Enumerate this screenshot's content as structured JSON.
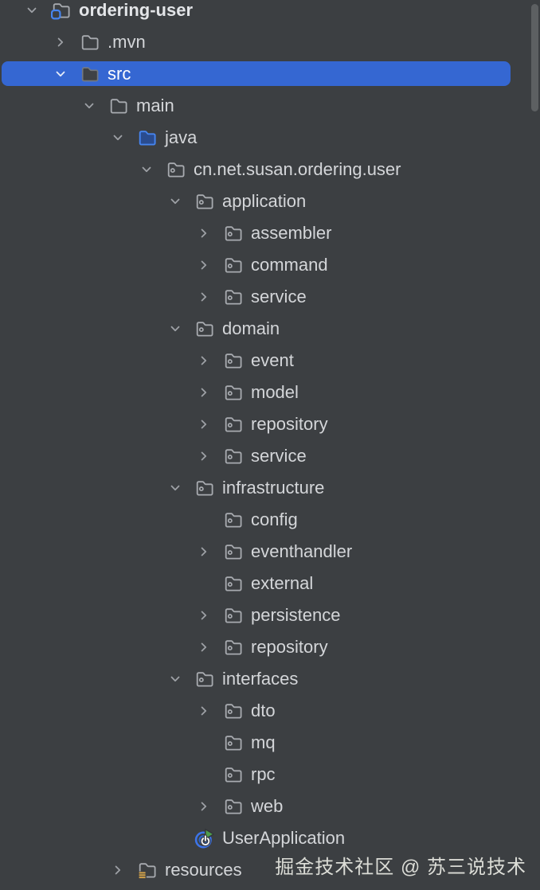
{
  "window": {
    "app": "IntelliJ IDEA project tree",
    "watermark": "掘金技术社区 @ 苏三说技术"
  },
  "colors": {
    "background": "#3C3F42",
    "selection": "#3567D2",
    "accent_blue": "#4685F0",
    "java_folder_fill": "#2A4C8F",
    "resources_line_amber": "#D9A64A",
    "springboot_green": "#4F9D4B",
    "ring_blue_outer": "#3D74E8",
    "ring_blue_inner": "#2E66C9",
    "scrollbar": "#5D6062"
  },
  "tree": {
    "items": [
      {
        "label": "ordering-user",
        "level": 0,
        "chevron": "expanded",
        "icon": "project-root",
        "bold": true,
        "selected": false
      },
      {
        "label": ".mvn",
        "level": 1,
        "chevron": "collapsed",
        "icon": "folder",
        "bold": false,
        "selected": false
      },
      {
        "label": "src",
        "level": 1,
        "chevron": "expanded",
        "icon": "folder-dark",
        "bold": false,
        "selected": true
      },
      {
        "label": "main",
        "level": 2,
        "chevron": "expanded",
        "icon": "folder",
        "bold": false,
        "selected": false
      },
      {
        "label": "java",
        "level": 3,
        "chevron": "expanded",
        "icon": "source-root",
        "bold": false,
        "selected": false
      },
      {
        "label": "cn.net.susan.ordering.user",
        "level": 4,
        "chevron": "expanded",
        "icon": "package",
        "bold": false,
        "selected": false
      },
      {
        "label": "application",
        "level": 5,
        "chevron": "expanded",
        "icon": "package",
        "bold": false,
        "selected": false
      },
      {
        "label": "assembler",
        "level": 6,
        "chevron": "collapsed",
        "icon": "package",
        "bold": false,
        "selected": false
      },
      {
        "label": "command",
        "level": 6,
        "chevron": "collapsed",
        "icon": "package",
        "bold": false,
        "selected": false
      },
      {
        "label": "service",
        "level": 6,
        "chevron": "collapsed",
        "icon": "package",
        "bold": false,
        "selected": false
      },
      {
        "label": "domain",
        "level": 5,
        "chevron": "expanded",
        "icon": "package",
        "bold": false,
        "selected": false
      },
      {
        "label": "event",
        "level": 6,
        "chevron": "collapsed",
        "icon": "package",
        "bold": false,
        "selected": false
      },
      {
        "label": "model",
        "level": 6,
        "chevron": "collapsed",
        "icon": "package",
        "bold": false,
        "selected": false
      },
      {
        "label": "repository",
        "level": 6,
        "chevron": "collapsed",
        "icon": "package",
        "bold": false,
        "selected": false
      },
      {
        "label": "service",
        "level": 6,
        "chevron": "collapsed",
        "icon": "package",
        "bold": false,
        "selected": false
      },
      {
        "label": "infrastructure",
        "level": 5,
        "chevron": "expanded",
        "icon": "package",
        "bold": false,
        "selected": false
      },
      {
        "label": "config",
        "level": 6,
        "chevron": "none",
        "icon": "package",
        "bold": false,
        "selected": false
      },
      {
        "label": "eventhandler",
        "level": 6,
        "chevron": "collapsed",
        "icon": "package",
        "bold": false,
        "selected": false
      },
      {
        "label": "external",
        "level": 6,
        "chevron": "none",
        "icon": "package",
        "bold": false,
        "selected": false
      },
      {
        "label": "persistence",
        "level": 6,
        "chevron": "collapsed",
        "icon": "package",
        "bold": false,
        "selected": false
      },
      {
        "label": "repository",
        "level": 6,
        "chevron": "collapsed",
        "icon": "package",
        "bold": false,
        "selected": false
      },
      {
        "label": "interfaces",
        "level": 5,
        "chevron": "expanded",
        "icon": "package",
        "bold": false,
        "selected": false
      },
      {
        "label": "dto",
        "level": 6,
        "chevron": "collapsed",
        "icon": "package",
        "bold": false,
        "selected": false
      },
      {
        "label": "mq",
        "level": 6,
        "chevron": "none",
        "icon": "package",
        "bold": false,
        "selected": false
      },
      {
        "label": "rpc",
        "level": 6,
        "chevron": "none",
        "icon": "package",
        "bold": false,
        "selected": false
      },
      {
        "label": "web",
        "level": 6,
        "chevron": "collapsed",
        "icon": "package",
        "bold": false,
        "selected": false
      },
      {
        "label": "UserApplication",
        "level": 5,
        "chevron": "none",
        "icon": "springboot",
        "bold": false,
        "selected": false
      },
      {
        "label": "resources",
        "level": 3,
        "chevron": "collapsed",
        "icon": "resources",
        "bold": false,
        "selected": false
      }
    ]
  },
  "scrollbar": {
    "visible": true
  }
}
